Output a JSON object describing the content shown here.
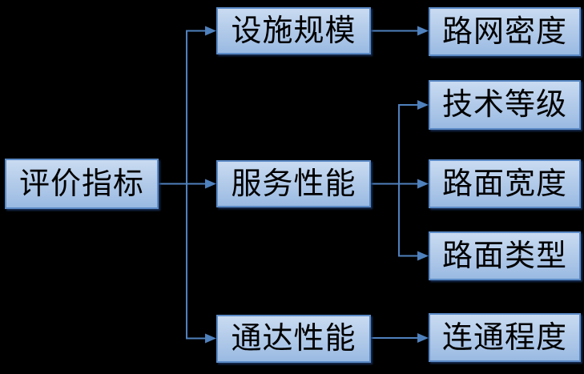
{
  "diagram": {
    "nodes": {
      "root": {
        "label": "评价指标"
      },
      "facility": {
        "label": "设施规模"
      },
      "service": {
        "label": "服务性能"
      },
      "accessibility": {
        "label": "通达性能"
      },
      "density": {
        "label": "路网密度"
      },
      "grade": {
        "label": "技术等级"
      },
      "width": {
        "label": "路面宽度"
      },
      "type": {
        "label": "路面类型"
      },
      "connectivity": {
        "label": "连通程度"
      }
    },
    "edges": [
      {
        "from": "评价指标",
        "to": "设施规模"
      },
      {
        "from": "评价指标",
        "to": "服务性能"
      },
      {
        "from": "评价指标",
        "to": "通达性能"
      },
      {
        "from": "设施规模",
        "to": "路网密度"
      },
      {
        "from": "服务性能",
        "to": "技术等级"
      },
      {
        "from": "服务性能",
        "to": "路面宽度"
      },
      {
        "from": "服务性能",
        "to": "路面类型"
      },
      {
        "from": "通达性能",
        "to": "连通程度"
      }
    ],
    "colors": {
      "background": "#000000",
      "node_fill_top": "#c9dbf1",
      "node_fill_bottom": "#9abae2",
      "node_border": "#5b8ac6",
      "connector": "#4f81bd",
      "text": "#000000"
    }
  }
}
